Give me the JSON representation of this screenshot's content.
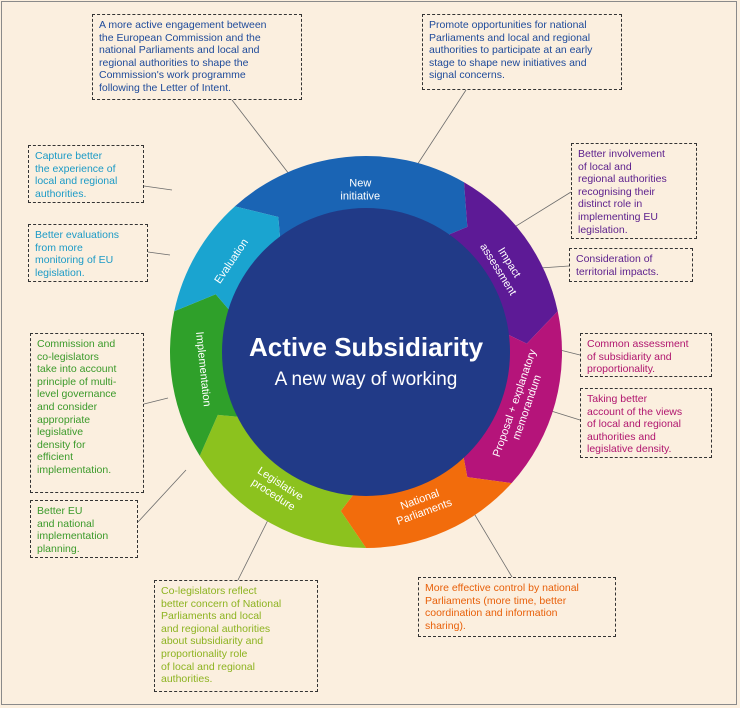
{
  "center": {
    "title": "Active Subsidiarity",
    "subtitle": "A new way of working"
  },
  "segments": [
    {
      "label": "New\ninitiative",
      "color": "#1a64b4"
    },
    {
      "label": "Impact\nassessment",
      "color": "#5d1a96"
    },
    {
      "label": "Proposal + explanatory\nmemorandum",
      "color": "#b5147a"
    },
    {
      "label": "National\nParliaments",
      "color": "#f26c0c"
    },
    {
      "label": "Legislative\nprocedure",
      "color": "#8cc21e"
    },
    {
      "label": "Implementation",
      "color": "#2fa02a"
    },
    {
      "label": "Evaluation",
      "color": "#1aa4d0"
    }
  ],
  "colors": {
    "core": "#213a87",
    "background": "#fbefdf"
  },
  "notes": {
    "top_left": "A more active engagement between\nthe European Commission and the\nnational Parliaments and local and\nregional authorities to shape the\nCommission's work programme\nfollowing the Letter of Intent.",
    "top_right": "Promote opportunities for national\nParliaments and local and regional\nauthorities to participate at an early\nstage to shape new initiatives and\nsignal concerns.",
    "capture": "Capture better\nthe experience of\nlocal and regional\nauthorities.",
    "evaluations": "Better evaluations\nfrom more\nmonitoring of EU\nlegislation.",
    "involvement": "Better involvement\nof local and\nregional authorities\nrecognising their\ndistinct role in\nimplementing EU\nlegislation.",
    "territorial": "Consideration of\nterritorial impacts.",
    "common": "Common assessment\nof subsidiarity and\nproportionality.",
    "taking": "Taking better\naccount of the views\nof local and regional\nauthorities and\nlegislative density.",
    "commission": "Commission and\nco-legislators\ntake into account\nprinciple of multi-\nlevel governance\nand consider\nappropriate\nlegislative\ndensity for\nefficient\nimplementation.",
    "better_eu": "Better EU\nand national\nimplementation\nplanning.",
    "colegislators": "Co-legislators reflect\nbetter concern of National\nParliaments and local\nand regional authorities\nabout subsidiarity and\nproportionality role\nof local and regional\nauthorities.",
    "effective": "More effective control by national\nParliaments (more time, better\ncoordination and information\nsharing)."
  }
}
